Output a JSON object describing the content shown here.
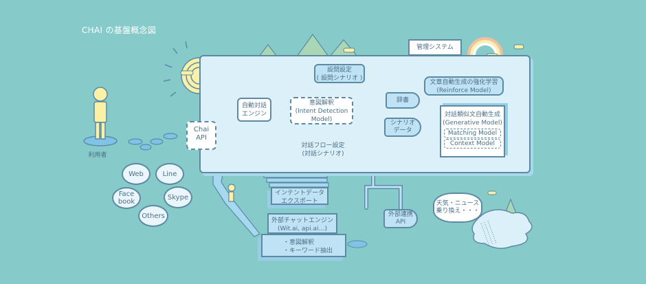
{
  "title": "CHAI の基盤概念図",
  "user": {
    "label": "利用者"
  },
  "channels": [
    "Web",
    "Line",
    "Face\nbook",
    "Skype",
    "Others"
  ],
  "chai_api": {
    "line1": "Chai",
    "line2": "API"
  },
  "management": {
    "label": "管理システム"
  },
  "engine": {
    "line1": "自動対話",
    "line2": "エンジン"
  },
  "question_setting": {
    "line1": "設問設定",
    "line2": "( 設問シナリオ )"
  },
  "intent_detection": {
    "line1": "意図解釈",
    "line2": "(Intent Detection",
    "line3": "Model)"
  },
  "flow_setting": {
    "line1": "対話フロー設定",
    "line2": "(対話シナリオ)"
  },
  "dictionary": {
    "label": "辞書"
  },
  "scenario_data": {
    "line1": "シナリオ",
    "line2": "データ"
  },
  "reinforce": {
    "line1": "文章自動生成の強化学習",
    "line2": "(Reinforce Model)"
  },
  "generative": {
    "line1": "対話類似文自動生成",
    "line2": "(Generative Model)",
    "matching": "Matching Model",
    "context": "Context Model"
  },
  "intent_export": {
    "line1": "インテントデータ",
    "line2": "エクスポート"
  },
  "external_chat": {
    "line1": "外部チャットエンジン",
    "line2": "(Wit.ai, api.ai…)",
    "item1": "・意図解釈",
    "item2": "・キーワード抽出"
  },
  "external_api": {
    "line1": "外部連携",
    "line2": "API"
  },
  "cloud": {
    "line1": "天気・ニュース",
    "line2": "乗り換え・・・"
  },
  "colors": {
    "background": "#86cac9",
    "panel": "#dcf0fa",
    "stroke": "#5c8aa3",
    "box": "#bfe3f5",
    "figure": "#fbf0a8",
    "tree": "#a9d7b6"
  }
}
